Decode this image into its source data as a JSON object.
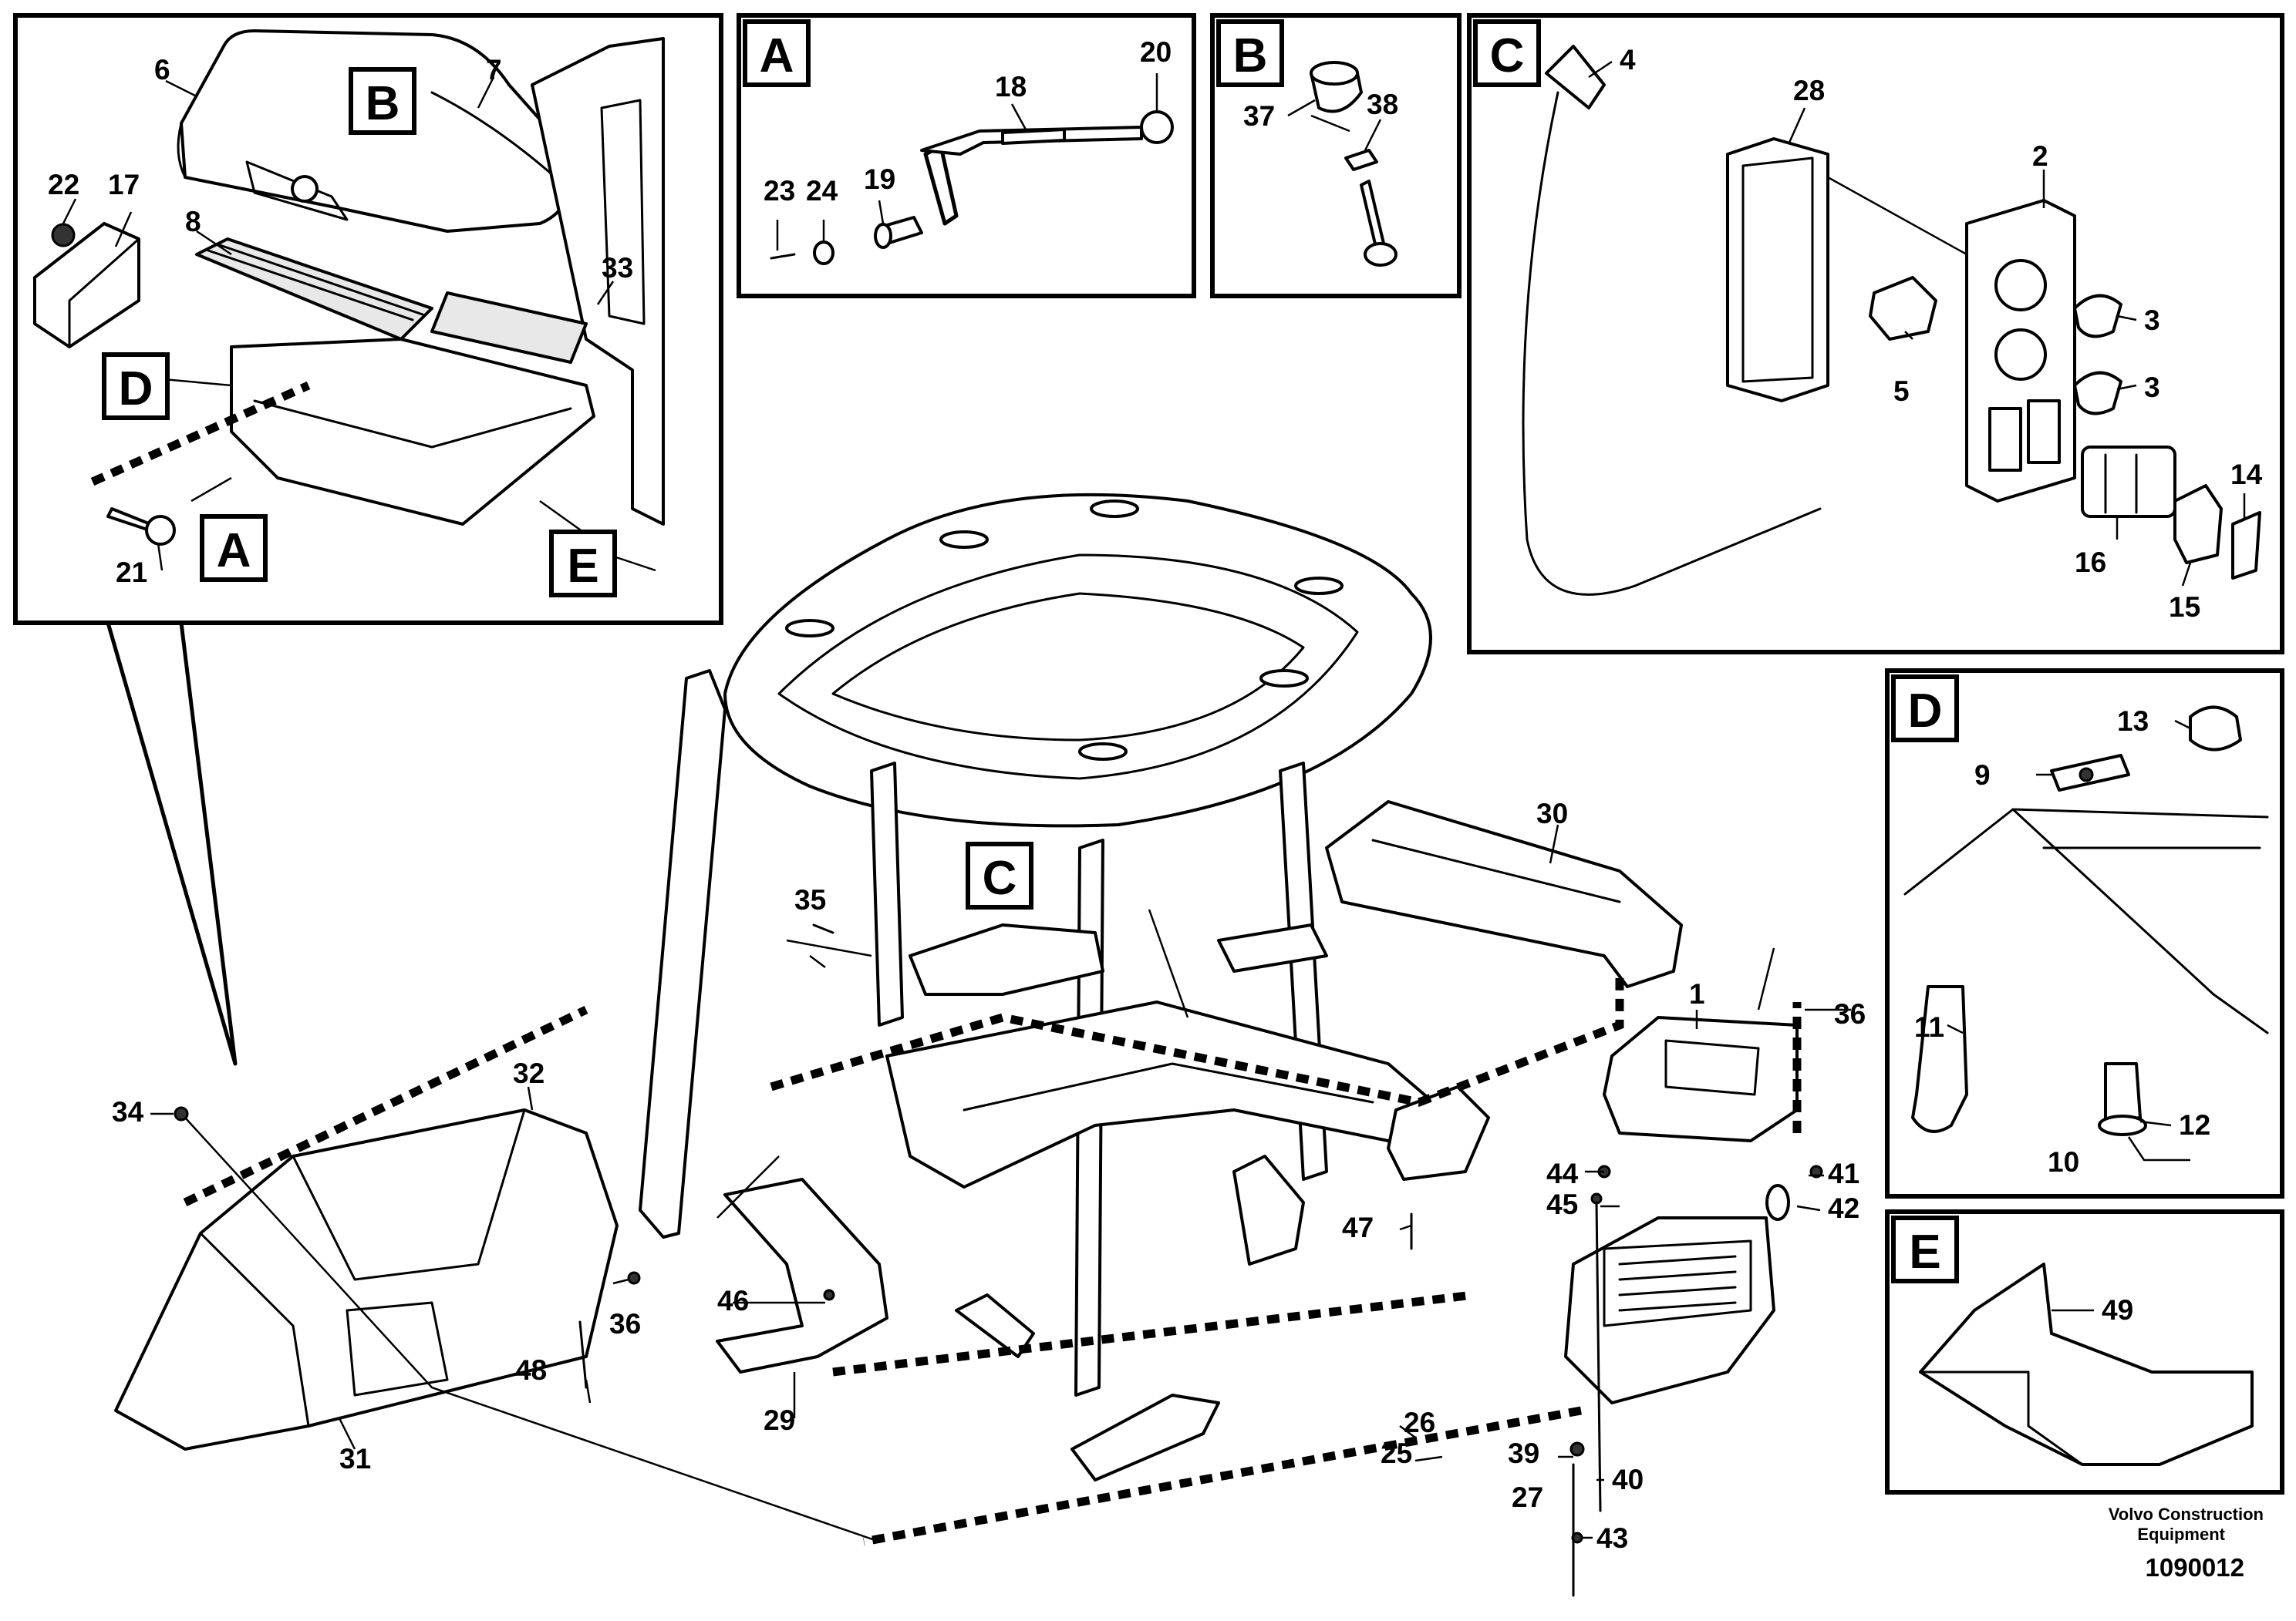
{
  "footer": {
    "brand_line1": "Volvo Construction",
    "brand_line2": "Equipment",
    "code": "1090012"
  },
  "box_labels": {
    "A": "A",
    "B": "B",
    "C": "C",
    "D": "D",
    "E": "E"
  },
  "callouts": {
    "n1": "1",
    "n2": "2",
    "n3a": "3",
    "n3b": "3",
    "n4": "4",
    "n5": "5",
    "n6": "6",
    "n7": "7",
    "n8": "8",
    "n9": "9",
    "n10": "10",
    "n11": "11",
    "n12": "12",
    "n13": "13",
    "n14": "14",
    "n15": "15",
    "n16": "16",
    "n17": "17",
    "n18": "18",
    "n19": "19",
    "n20": "20",
    "n21": "21",
    "n22": "22",
    "n23": "23",
    "n24": "24",
    "n25": "25",
    "n26": "26",
    "n27": "27",
    "n28": "28",
    "n29": "29",
    "n30": "30",
    "n31": "31",
    "n32": "32",
    "n33": "33",
    "n34": "34",
    "n35": "35",
    "n36a": "36",
    "n36b": "36",
    "n37": "37",
    "n38": "38",
    "n39": "39",
    "n40": "40",
    "n41": "41",
    "n42": "42",
    "n43": "43",
    "n44": "44",
    "n45": "45",
    "n46": "46",
    "n47": "47",
    "n48": "48",
    "n49": "49"
  },
  "colors": {
    "ink": "#000000",
    "paper": "#ffffff",
    "shade": "#e8e8e8"
  }
}
